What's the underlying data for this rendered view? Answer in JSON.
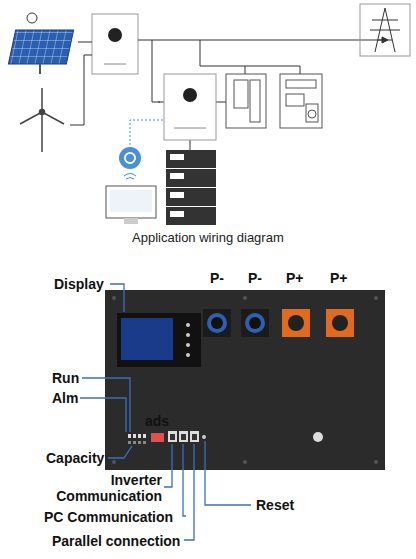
{
  "diagram": {
    "caption": "Application wiring diagram",
    "labels": [
      "Display",
      "P-",
      "P-",
      "P+",
      "P+",
      "Run",
      "Alm",
      "ads",
      "Capacity",
      "Inverter Communication",
      "PC Communication",
      "Parallel connection",
      "Reset"
    ]
  }
}
